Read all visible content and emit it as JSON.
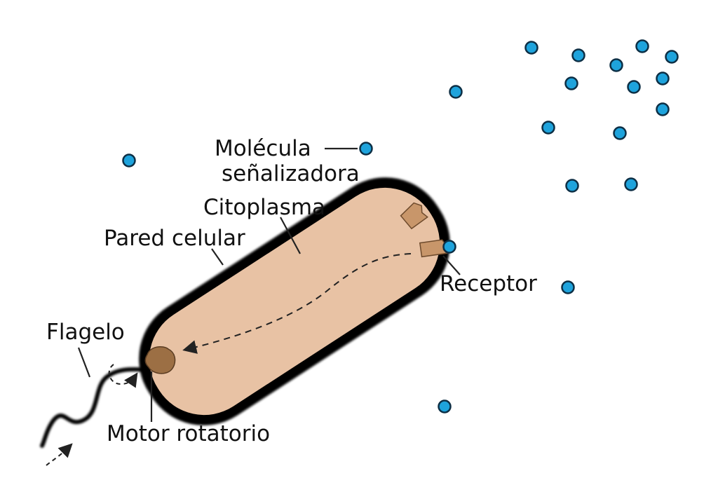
{
  "labels": {
    "molecula_line1": "Molécula",
    "molecula_line2": "señalizadora",
    "citoplasma": "Citoplasma",
    "pared_celular": "Pared celular",
    "receptor": "Receptor",
    "flagelo": "Flagelo",
    "motor_rotatorio": "Motor rotatorio"
  },
  "colors": {
    "molecule_fill": "#1ea3dc",
    "molecule_stroke": "#0d2f45",
    "cytoplasm": "#e8c2a4",
    "cell_wall": "#000000",
    "receptor": "#c8966a",
    "motor": "#9c6f44"
  },
  "icons": {
    "molecule": "blue-circle",
    "receptor": "protein-stub",
    "motor": "protein-blob"
  }
}
